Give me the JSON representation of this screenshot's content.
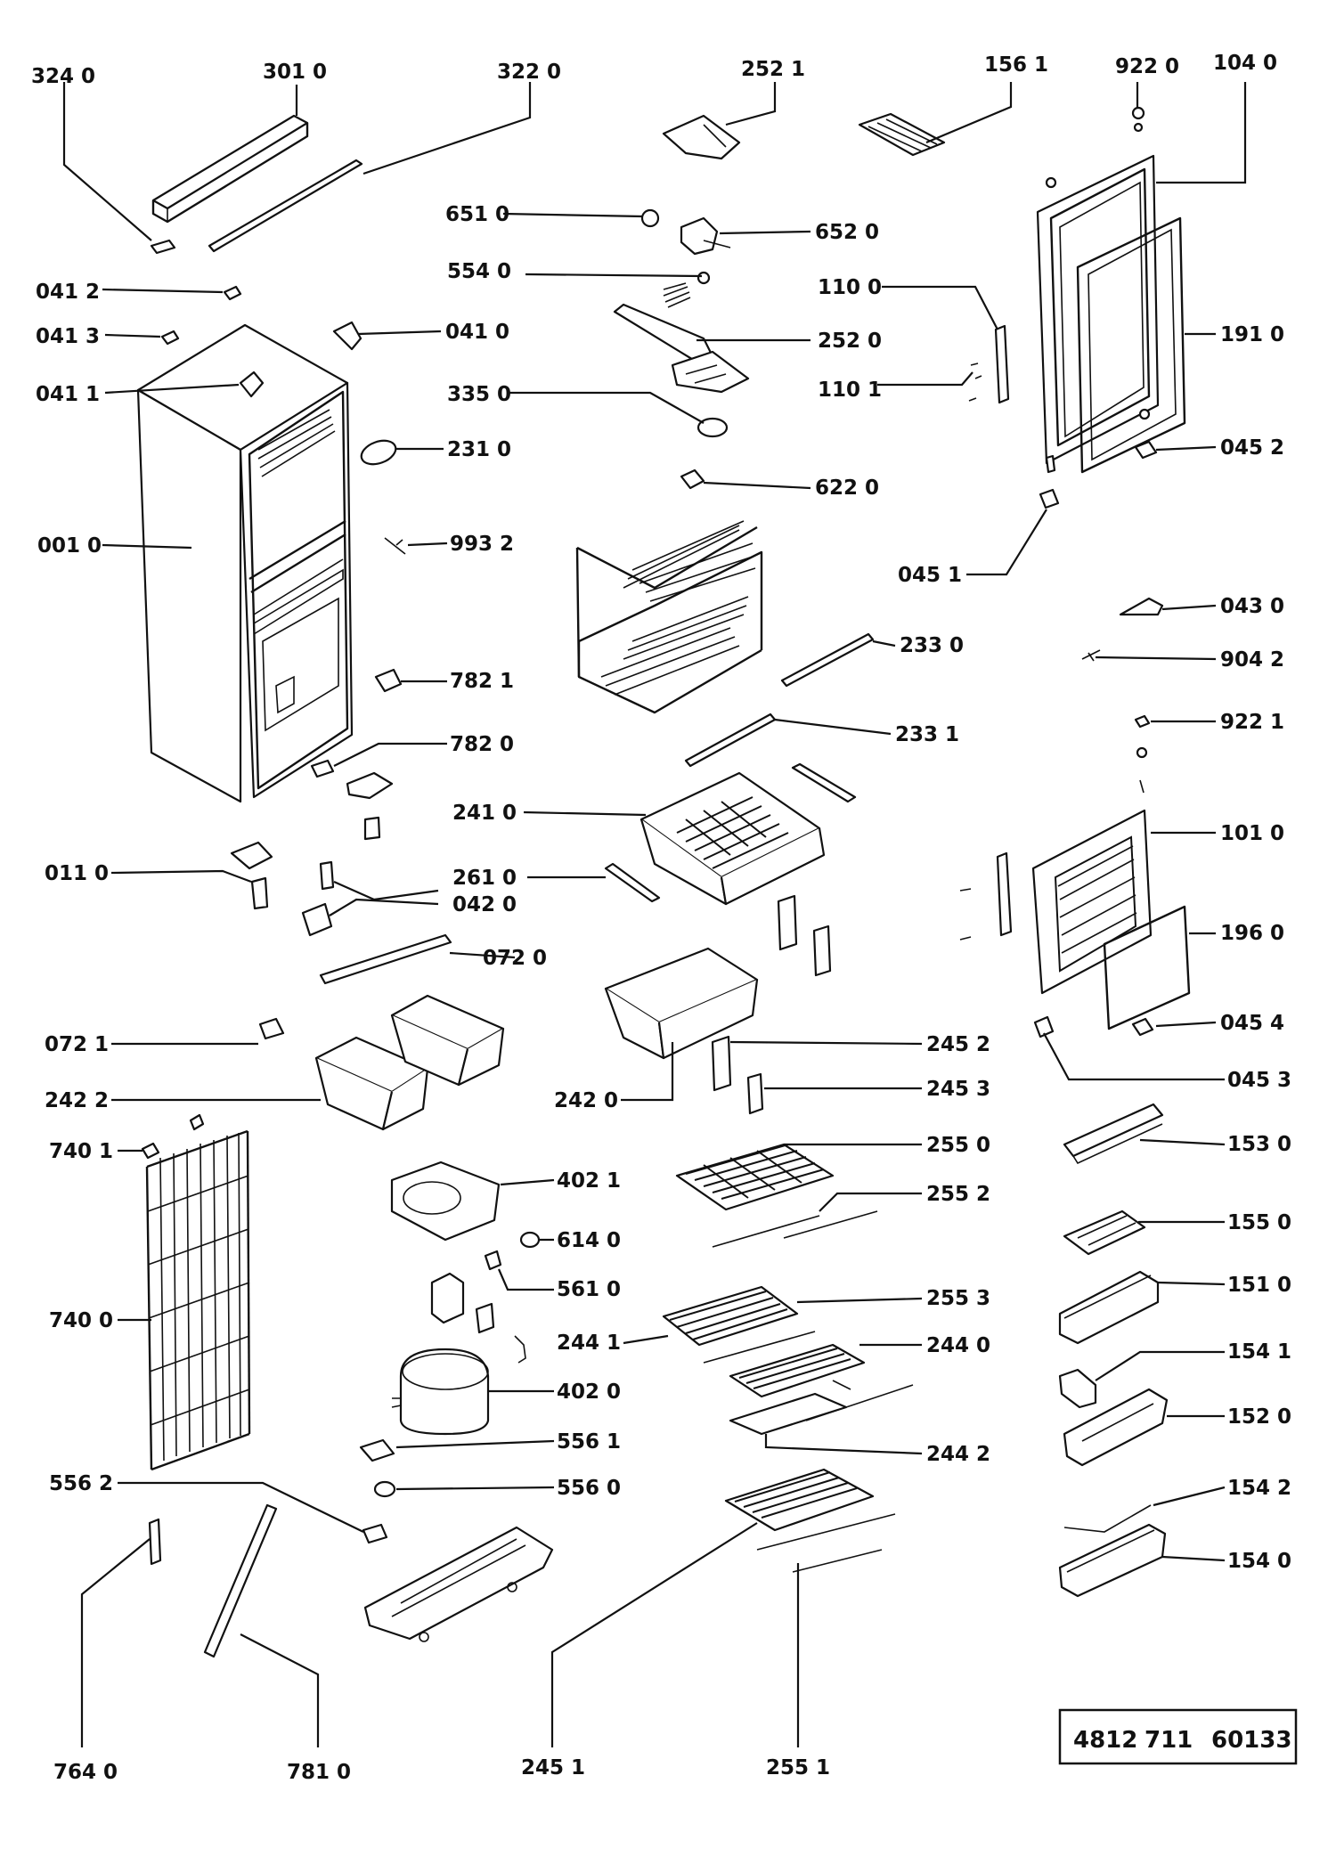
{
  "labels": {
    "l3240": "324 0",
    "l3010": "301 0",
    "l3220": "322 0",
    "l2521": "252 1",
    "l1561": "156 1",
    "l9220": "922 0",
    "l1040": "104 0",
    "l6510": "651 0",
    "l6520": "652 0",
    "l5540": "554 0",
    "l1100": "110 0",
    "l0412": "041 2",
    "l2520": "252 0",
    "l1910": "191 0",
    "l0413": "041 3",
    "l0410": "041 0",
    "l1101": "110 1",
    "l0411": "041 1",
    "l3350": "335 0",
    "l2310": "231 0",
    "l0452": "045 2",
    "l6220": "622 0",
    "l0010": "001 0",
    "l9932": "993 2",
    "l0451": "045 1",
    "l0430": "043 0",
    "l2330": "233 0",
    "l9042": "904 2",
    "l7821": "782 1",
    "l2331": "233 1",
    "l9221": "922 1",
    "l7820": "782 0",
    "l2410": "241 0",
    "l1010": "101 0",
    "l0110": "011 0",
    "l2610": "261 0",
    "l0420": "042 0",
    "l0720": "072 0",
    "l1960": "196 0",
    "l0454": "045 4",
    "l0721": "072 1",
    "l2452": "245 2",
    "l0453": "045 3",
    "l2422": "242 2",
    "l2420": "242 0",
    "l2453": "245 3",
    "l7401": "740 1",
    "l2550": "255 0",
    "l1530": "153 0",
    "l4021": "402 1",
    "l2552": "255 2",
    "l6140": "614 0",
    "l1550": "155 0",
    "l5610": "561 0",
    "l1510": "151 0",
    "l7400": "740 0",
    "l2553": "255 3",
    "l2441": "244 1",
    "l2440": "244 0",
    "l1541": "154 1",
    "l4020": "402 0",
    "l1520": "152 0",
    "l5561": "556 1",
    "l2442": "244 2",
    "l5562": "556 2",
    "l5560": "556 0",
    "l1542": "154 2",
    "l1540": "154 0",
    "l7640": "764 0",
    "l7810": "781 0",
    "l2451": "245 1",
    "l2551": "255 1"
  },
  "reference": {
    "a": "4812",
    "b": "711",
    "c": "60133"
  }
}
